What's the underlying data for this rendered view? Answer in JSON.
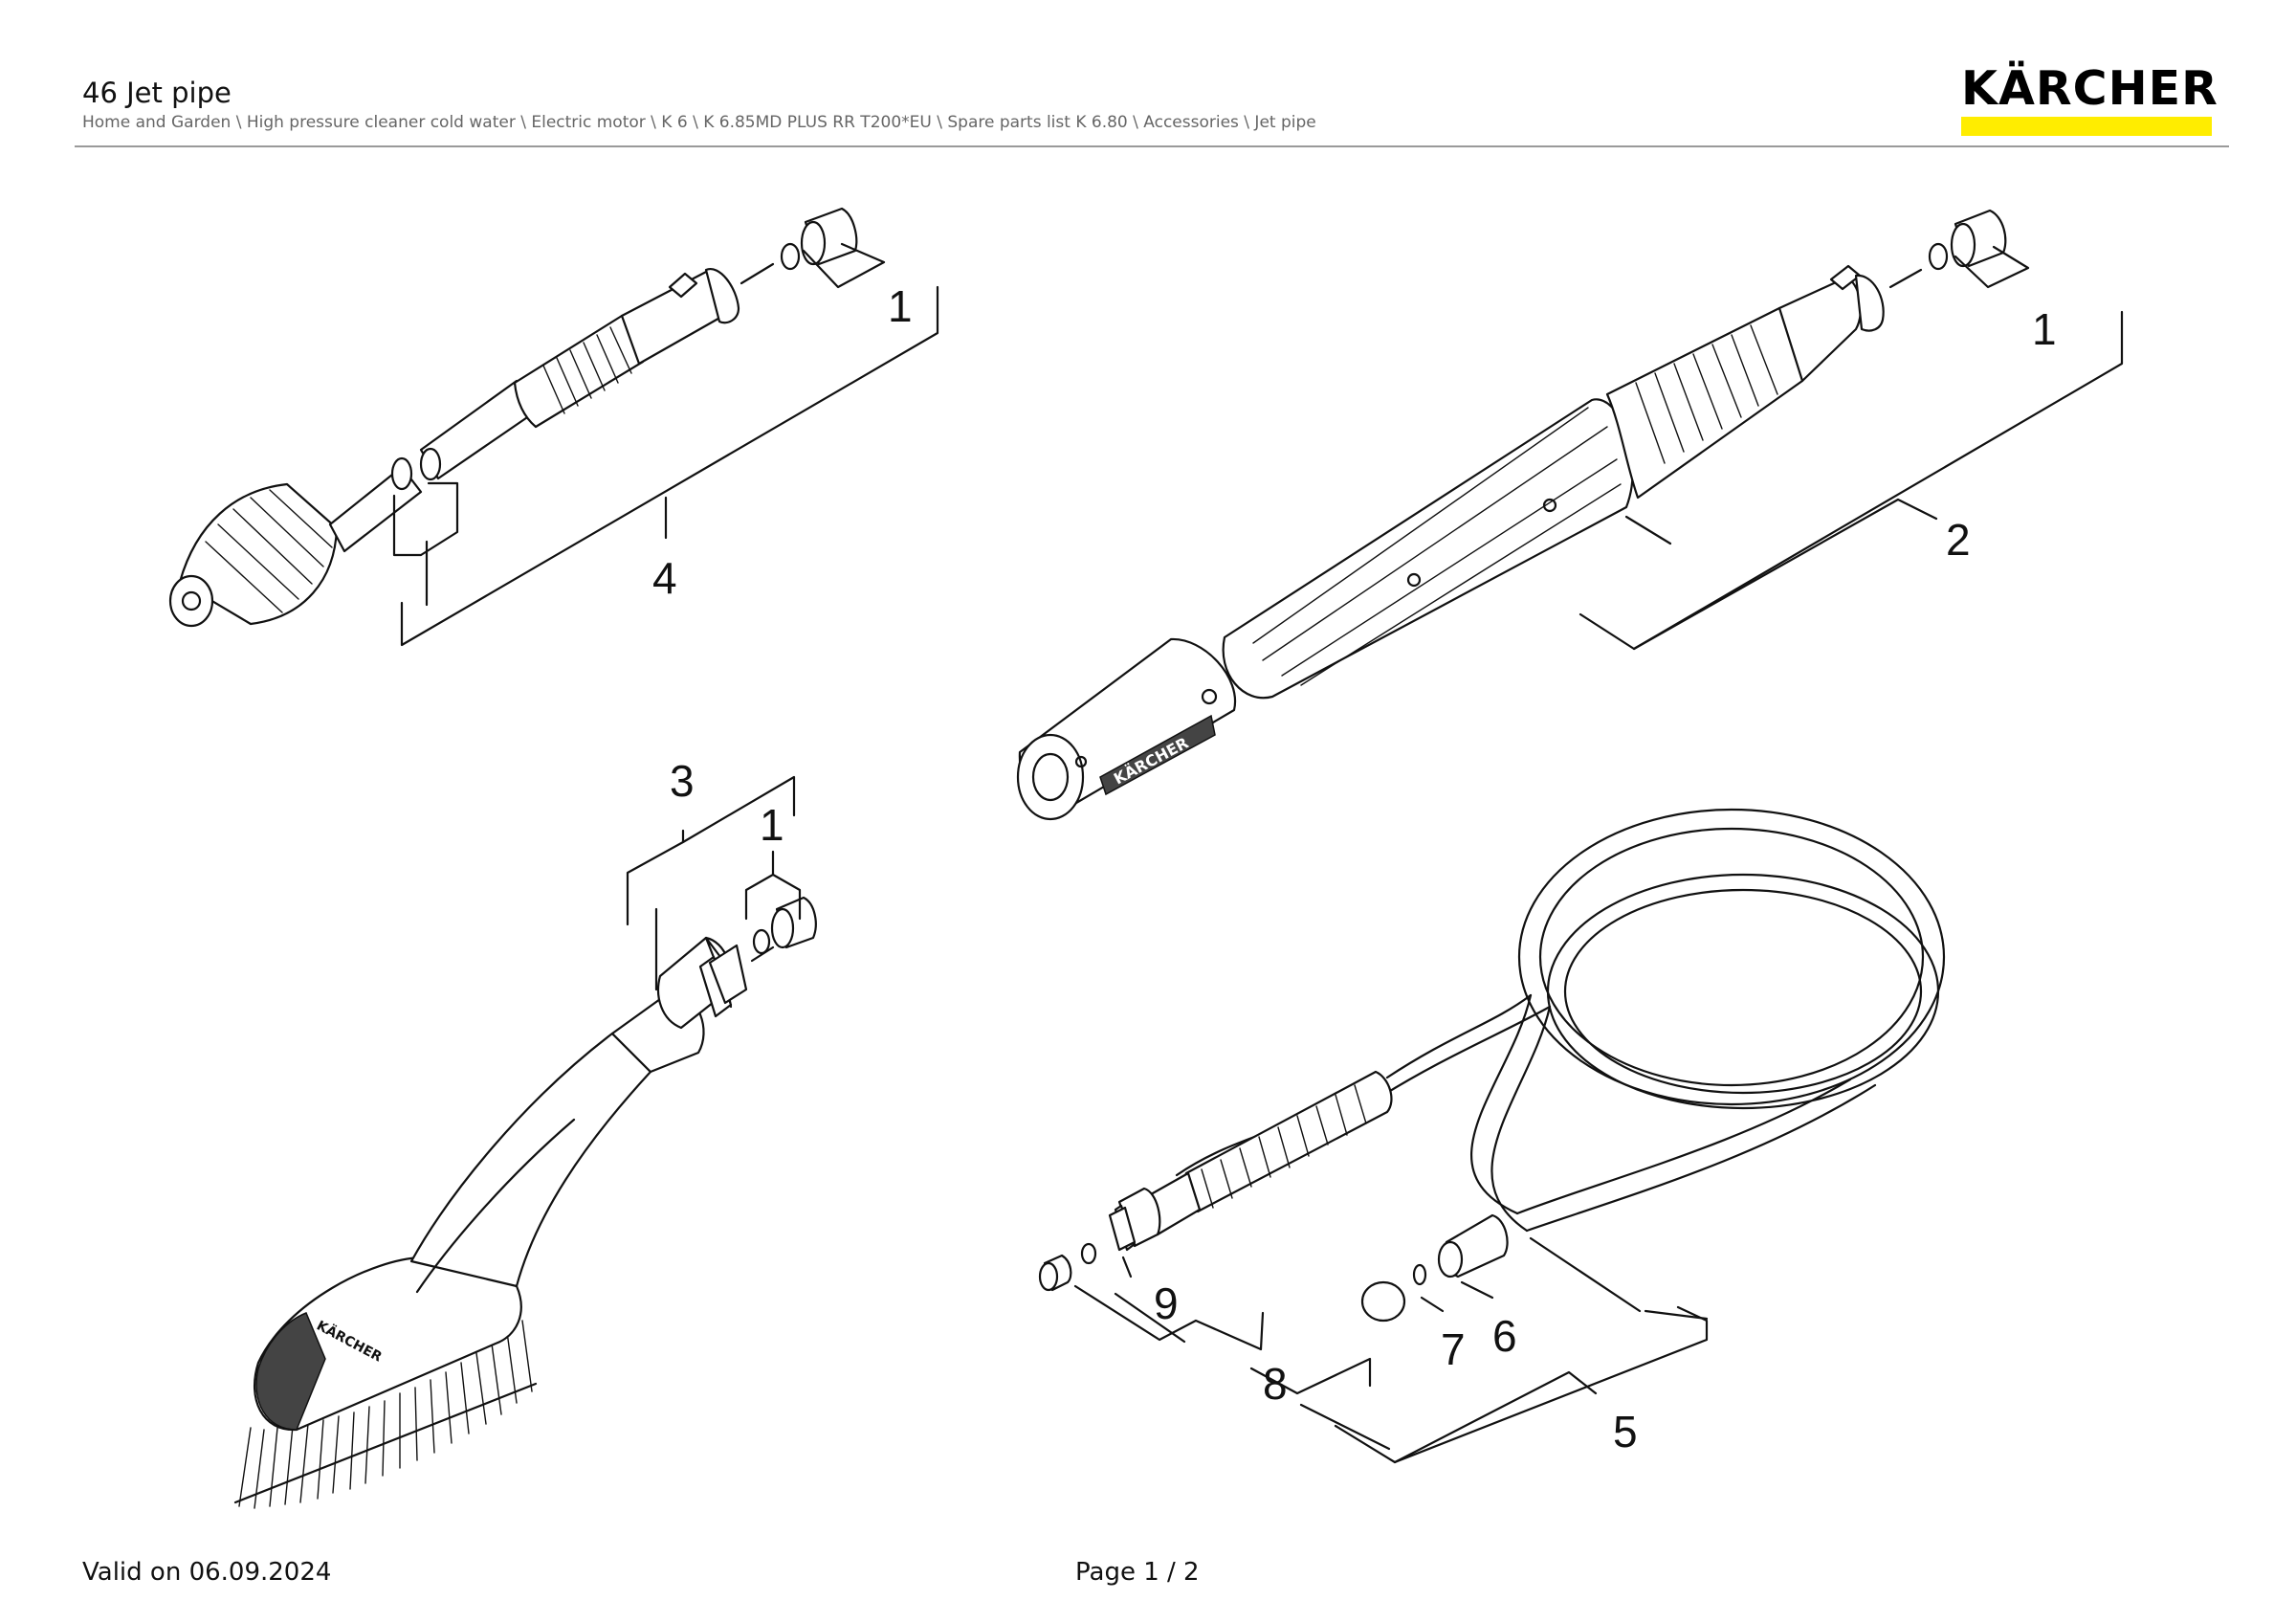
{
  "header": {
    "title": "46 Jet pipe",
    "breadcrumb": "Home and Garden \\ High pressure cleaner cold water \\ Electric motor \\ K 6 \\ K 6.85MD PLUS RR T200*EU \\ Spare parts list K 6.80 \\ Accessories \\ Jet pipe",
    "brand": "KÄRCHER",
    "brand_color": "#ffed00"
  },
  "diagram": {
    "labels": {
      "l1a": "1",
      "l1b": "1",
      "l1c": "1",
      "l2": "2",
      "l3": "3",
      "l4": "4",
      "l5": "5",
      "l6": "6",
      "l7": "7",
      "l8": "8",
      "l9": "9"
    },
    "print": {
      "lance_print": "KÄRCHER",
      "brush_print": "KÄRCHER"
    }
  },
  "footer": {
    "valid": "Valid on 06.09.2024",
    "page": "Page 1 / 2"
  }
}
